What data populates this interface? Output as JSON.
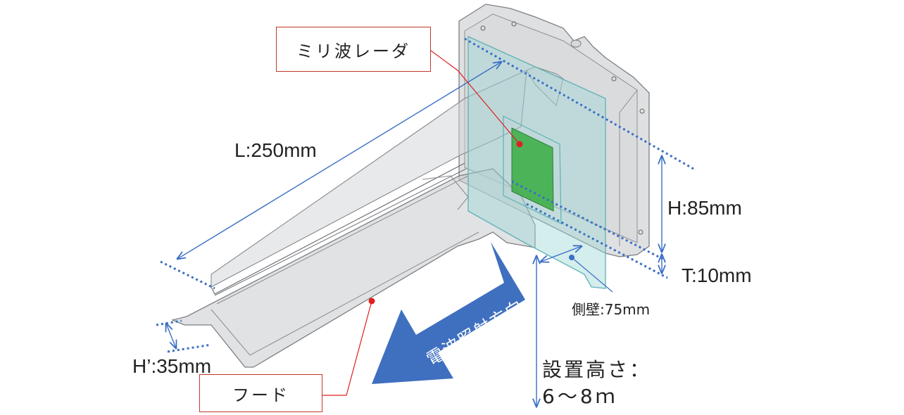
{
  "labels": {
    "radar": "ミリ波レーダ",
    "hood": "フード",
    "length": "L:250mm",
    "height": "H:85mm",
    "thickness": "T:10mm",
    "hood_height": "H’:35mm",
    "side_wall": "側壁:75mm",
    "install_height_1": "設置高さ：",
    "install_height_2": "6～8ｍ",
    "direction": "電波照射方向"
  },
  "colors": {
    "callout_border": "#c0392b",
    "callout_dot": "#e02020",
    "dimension_line": "#3a6fc4",
    "direction_arrow": "#3f6fbf",
    "radar_board": "#3fae4a",
    "housing_body": "#b9bbbe",
    "transparent_panel": "#9fd8d8"
  }
}
